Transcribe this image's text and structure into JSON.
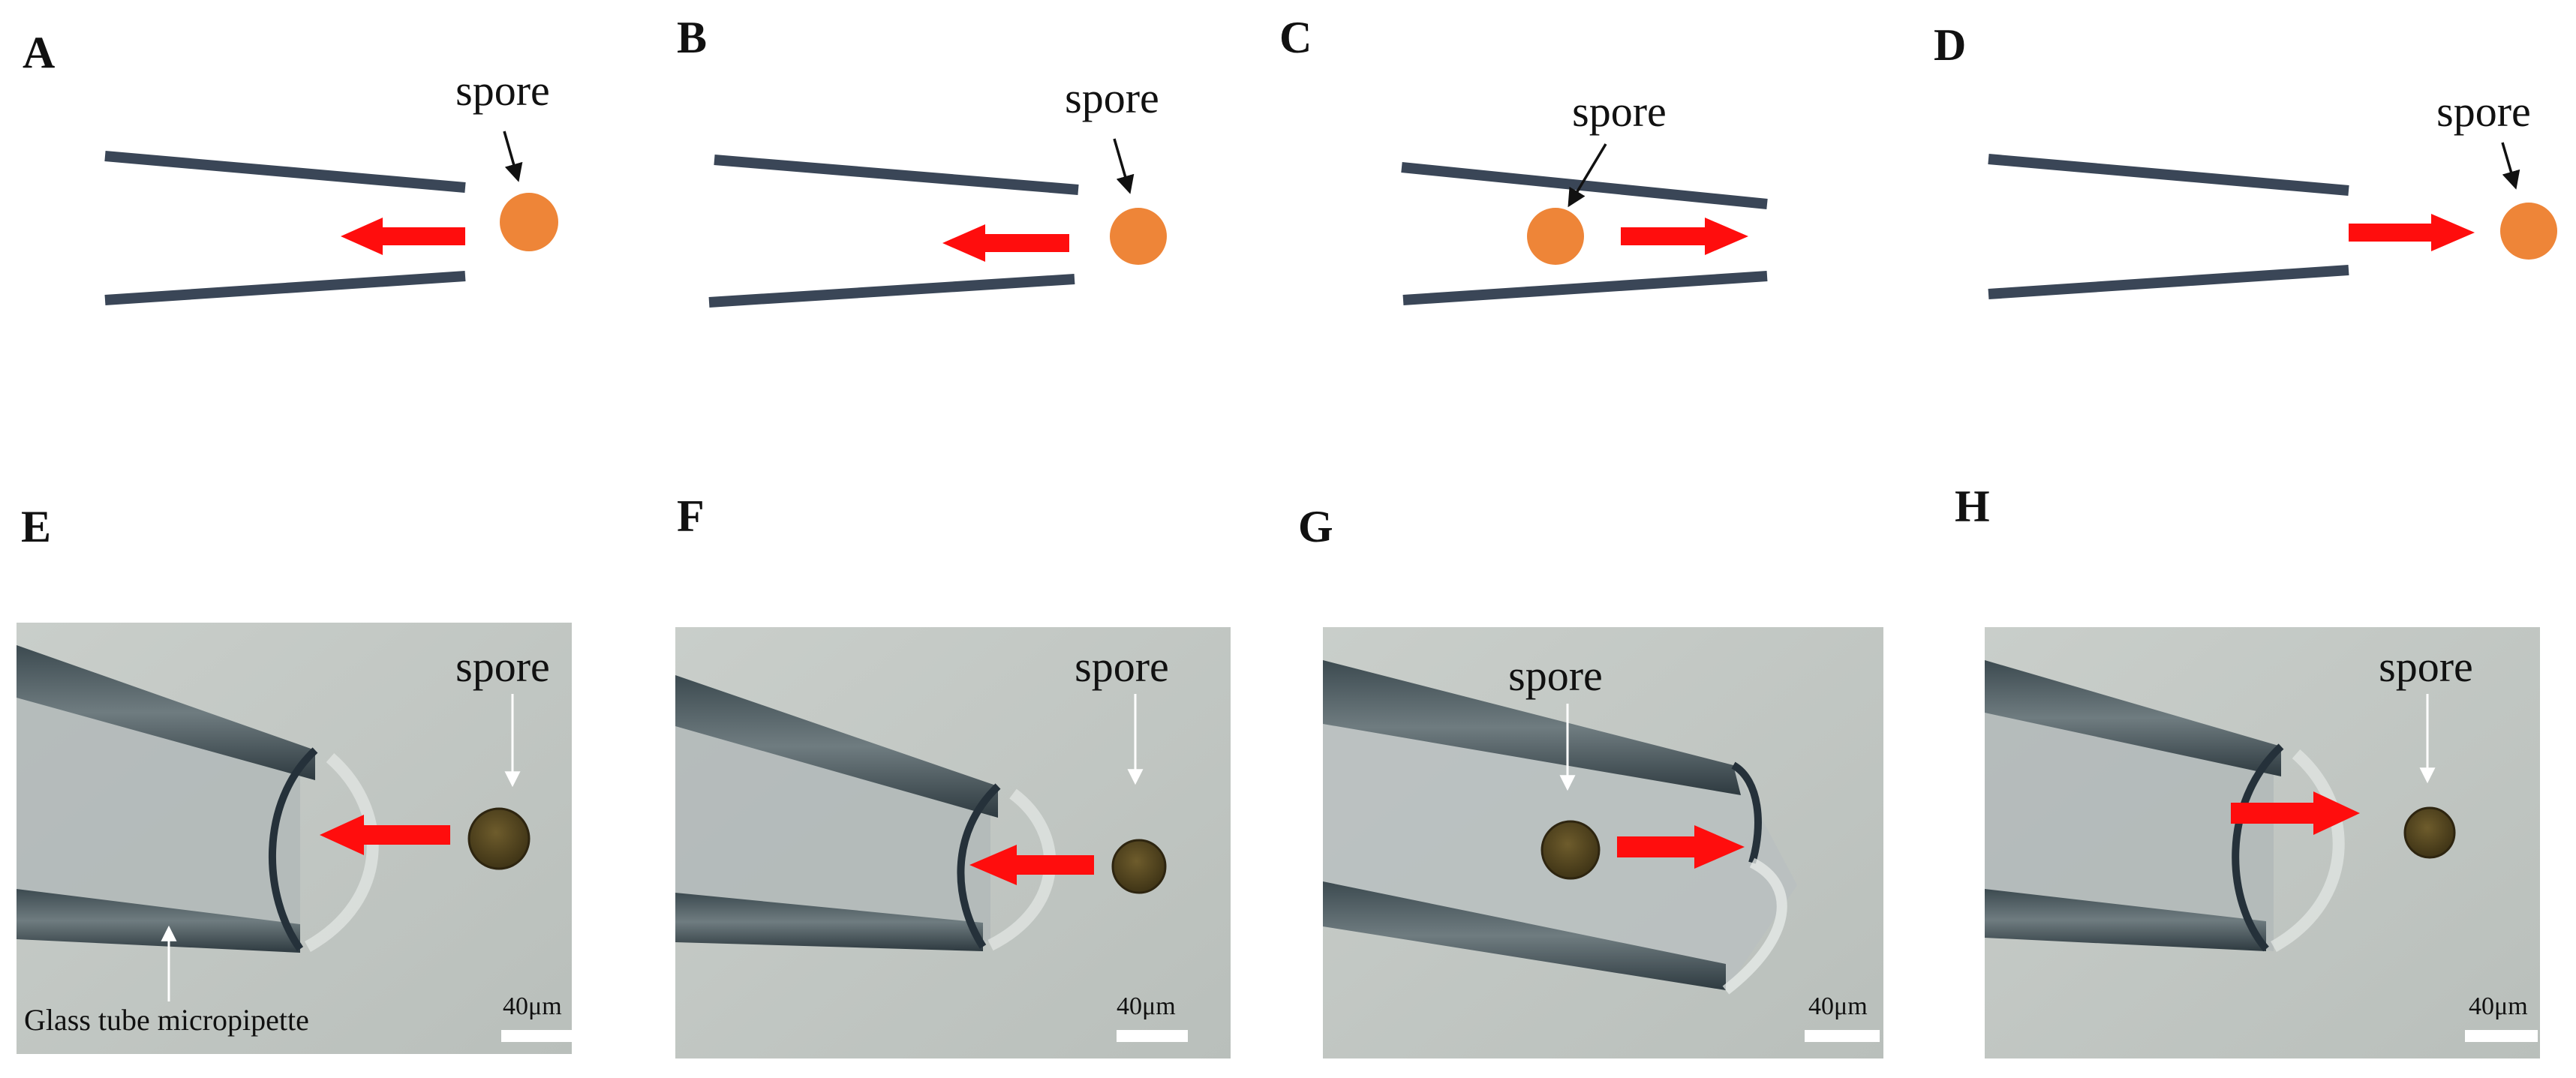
{
  "colors": {
    "tube": "#3a4657",
    "arrow_flow": "#ff0d0d",
    "spore_schematic": "#ee8538",
    "spore_photo": "#5a4a22",
    "photo_background": "#c4c9c6",
    "label_arrow": "#111111",
    "photo_label_arrow": "#ffffff"
  },
  "panels": [
    {
      "letter": "A",
      "type": "schematic",
      "spore_label": "spore",
      "flow": "into-pipette"
    },
    {
      "letter": "B",
      "type": "schematic",
      "spore_label": "spore",
      "flow": "into-pipette"
    },
    {
      "letter": "C",
      "type": "schematic",
      "spore_label": "spore",
      "flow": "out-of-pipette"
    },
    {
      "letter": "D",
      "type": "schematic",
      "spore_label": "spore",
      "flow": "out-of-pipette"
    },
    {
      "letter": "E",
      "type": "micrograph",
      "spore_label": "spore",
      "scale_bar": "40μm",
      "caption": "Glass tube micropipette"
    },
    {
      "letter": "F",
      "type": "micrograph",
      "spore_label": "spore",
      "scale_bar": "40μm"
    },
    {
      "letter": "G",
      "type": "micrograph",
      "spore_label": "spore",
      "scale_bar": "40μm"
    },
    {
      "letter": "H",
      "type": "micrograph",
      "spore_label": "spore",
      "scale_bar": "40μm"
    }
  ]
}
